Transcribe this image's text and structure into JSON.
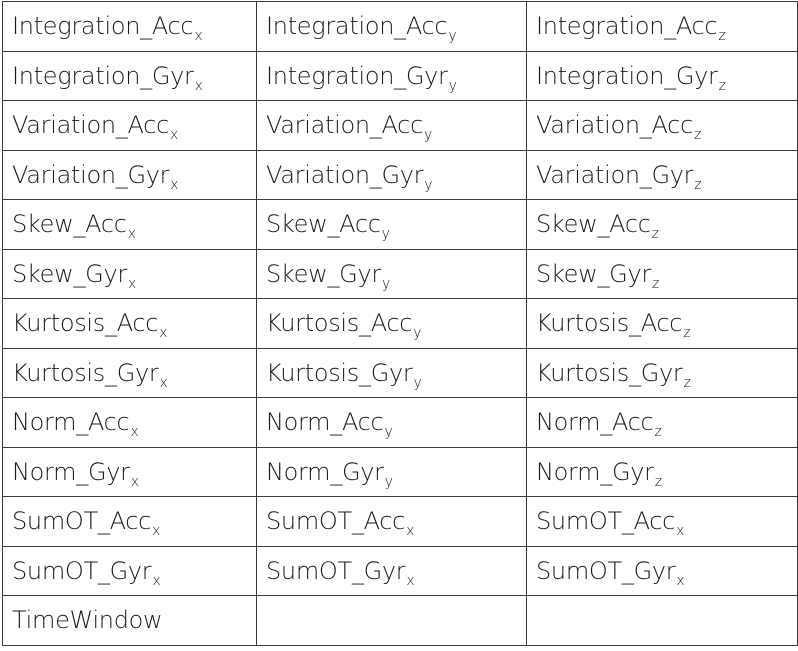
{
  "table": {
    "rows": [
      [
        {
          "base": "Integration_Acc",
          "sub": "x"
        },
        {
          "base": "Integration_Acc",
          "sub": "y"
        },
        {
          "base": "Integration_Acc",
          "sub": "z"
        }
      ],
      [
        {
          "base": "Integration_Gyr",
          "sub": "x"
        },
        {
          "base": "Integration_Gyr",
          "sub": "y"
        },
        {
          "base": "Integration_Gyr",
          "sub": "z"
        }
      ],
      [
        {
          "base": "Variation_Acc",
          "sub": "x"
        },
        {
          "base": "Variation_Acc",
          "sub": "y"
        },
        {
          "base": "Variation_Acc",
          "sub": "z"
        }
      ],
      [
        {
          "base": "Variation_Gyr",
          "sub": "x"
        },
        {
          "base": "Variation_Gyr",
          "sub": "y"
        },
        {
          "base": "Variation_Gyr",
          "sub": "z"
        }
      ],
      [
        {
          "base": "Skew_Acc",
          "sub": "x"
        },
        {
          "base": "Skew_Acc",
          "sub": "y"
        },
        {
          "base": "Skew_Acc",
          "sub": "z"
        }
      ],
      [
        {
          "base": "Skew_Gyr",
          "sub": "x"
        },
        {
          "base": "Skew_Gyr",
          "sub": "y"
        },
        {
          "base": "Skew_Gyr",
          "sub": "z"
        }
      ],
      [
        {
          "base": "Kurtosis_Acc",
          "sub": "x"
        },
        {
          "base": "Kurtosis_Acc",
          "sub": "y"
        },
        {
          "base": "Kurtosis_Acc",
          "sub": "z"
        }
      ],
      [
        {
          "base": "Kurtosis_Gyr",
          "sub": "x"
        },
        {
          "base": "Kurtosis_Gyr",
          "sub": "y"
        },
        {
          "base": "Kurtosis_Gyr",
          "sub": "z"
        }
      ],
      [
        {
          "base": "Norm_Acc",
          "sub": "x"
        },
        {
          "base": "Norm_Acc",
          "sub": "y"
        },
        {
          "base": "Norm_Acc",
          "sub": "z"
        }
      ],
      [
        {
          "base": "Norm_Gyr",
          "sub": "x"
        },
        {
          "base": "Norm_Gyr",
          "sub": "y"
        },
        {
          "base": "Norm_Gyr",
          "sub": "z"
        }
      ],
      [
        {
          "base": "SumOT_Acc",
          "sub": "x"
        },
        {
          "base": "SumOT_Acc",
          "sub": "x"
        },
        {
          "base": "SumOT_Acc",
          "sub": "x"
        }
      ],
      [
        {
          "base": "SumOT_Gyr",
          "sub": "x"
        },
        {
          "base": "SumOT_Gyr",
          "sub": "x"
        },
        {
          "base": "SumOT_Gyr",
          "sub": "x"
        }
      ],
      [
        {
          "base": "TimeWindow",
          "sub": ""
        },
        {
          "base": "",
          "sub": ""
        },
        {
          "base": "",
          "sub": ""
        }
      ]
    ]
  }
}
